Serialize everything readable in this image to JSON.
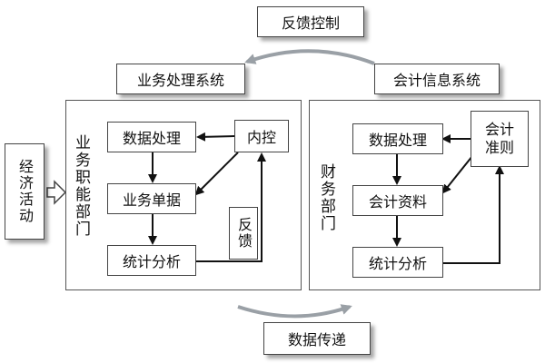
{
  "top": {
    "feedback_control": "反馈控制"
  },
  "left_label": "经济活动",
  "business": {
    "system_title": "业务处理系统",
    "department": "业务职能部门",
    "data_processing": "数据处理",
    "business_documents": "业务单据",
    "statistical_analysis": "统计分析",
    "internal_control": "内控",
    "feedback": "反馈"
  },
  "finance": {
    "system_title": "会计信息系统",
    "department": "财务部门",
    "data_processing": "数据处理",
    "accounting_data": "会计资料",
    "statistical_analysis": "统计分析",
    "accounting_standards": "会计准则"
  },
  "bottom": {
    "data_transfer": "数据传递"
  }
}
